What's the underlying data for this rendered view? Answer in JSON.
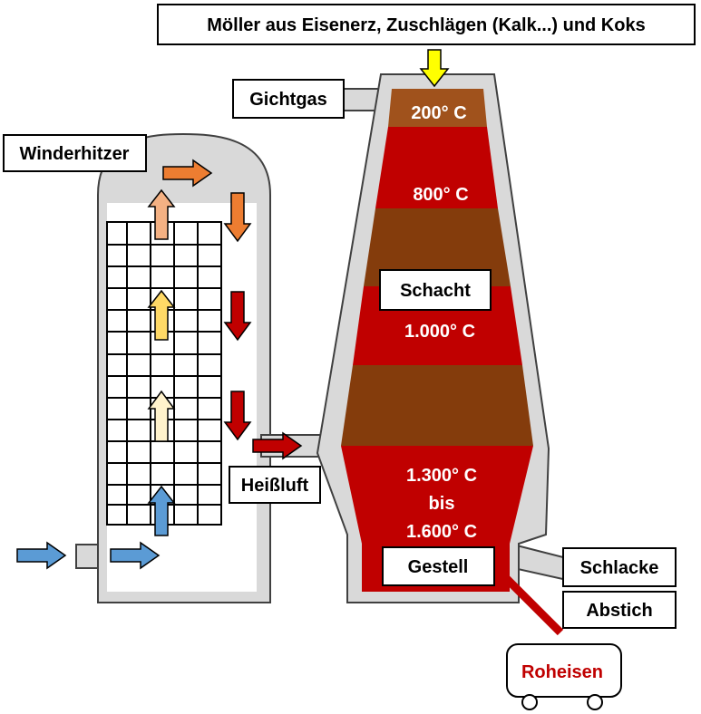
{
  "title_box": "Möller aus Eisenerz, Zuschlägen (Kalk...) und Koks",
  "labels": {
    "gichtgas": "Gichtgas",
    "winderhitzer": "Winderhitzer",
    "schacht": "Schacht",
    "heissluft": "Heißluft",
    "gestell": "Gestell",
    "schlacke": "Schlacke",
    "abstich": "Abstich",
    "roheisen": "Roheisen"
  },
  "temperatures": {
    "t1": "200° C",
    "t2": "800° C",
    "t3": "1.000° C",
    "t4_line1": "1.300° C",
    "t4_line2": "bis",
    "t4_line3": "1.600° C"
  },
  "colors": {
    "wall_gray": "#d9d9d9",
    "wall_outline": "#404040",
    "layer_brown_light": "#a0521c",
    "layer_brown": "#843c0c",
    "layer_red": "#c00000",
    "arrow_blue": "#5b9bd5",
    "arrow_cream": "#fff2cc",
    "arrow_yellow": "#ffd966",
    "arrow_peach": "#f4b183",
    "arrow_orange": "#ed7d31",
    "arrow_darkred": "#c00000",
    "arrow_input": "#ffff00",
    "roheisen_text": "#c00000"
  }
}
